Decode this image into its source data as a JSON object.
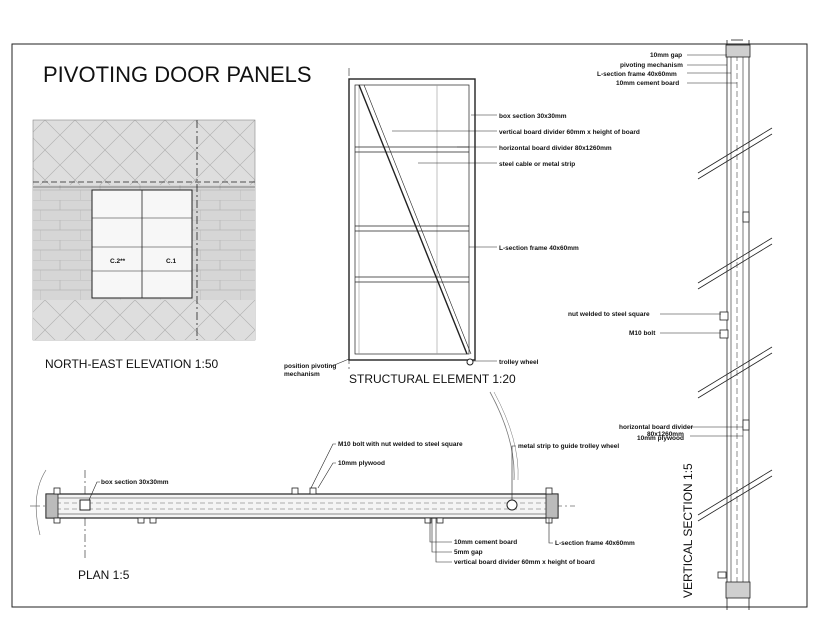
{
  "title": "PIVOTING DOOR PANELS",
  "elevation": {
    "caption": "NORTH-EAST ELEVATION  1:50",
    "window_labels": [
      "C.2**",
      "C.1"
    ]
  },
  "structural": {
    "caption": "STRUCTURAL ELEMENT  1:20",
    "callouts": [
      "box section 30x30mm",
      "vertical board divider 60mm x height of board",
      "horizontal board divider 80x1260mm",
      "steel cable or metal strip",
      "L-section frame 40x60mm",
      "trolley wheel"
    ],
    "pivot_label": [
      "position pivoting",
      "mechanism"
    ]
  },
  "plan": {
    "caption": "PLAN  1:5",
    "callouts": [
      "box section 30x30mm",
      "M10 bolt with nut welded to steel square",
      "10mm plywood",
      "metal strip to guide trolley wheel",
      "10mm cement board",
      "5mm gap",
      "vertical board divider 60mm x height of board",
      "L-section frame 40x60mm"
    ]
  },
  "vertical_section": {
    "caption": "VERTICAL SECTION  1:5",
    "callouts_top": [
      "10mm gap",
      "pivoting mechanism",
      "L-section frame 40x60mm",
      "10mm cement board"
    ],
    "callouts_mid": [
      "nut welded to steel square",
      "M10 bolt"
    ],
    "callouts_low": [
      "horizontal board divider",
      "80x1260mm",
      "10mm plywood"
    ]
  },
  "colors": {
    "line": "#111111",
    "hatch": "#bdbdbd",
    "panel": "#dcdcdc",
    "frame": "#444444"
  }
}
